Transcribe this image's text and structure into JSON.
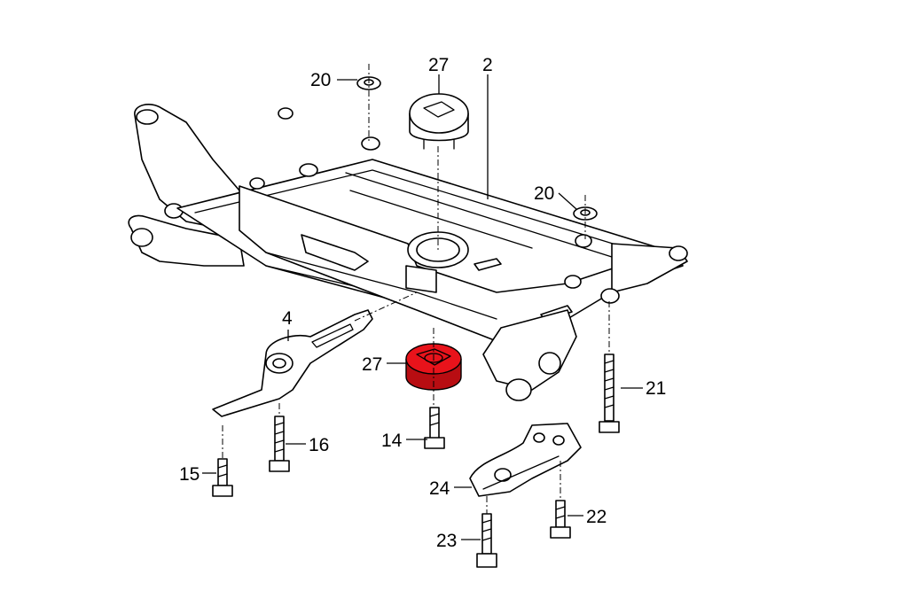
{
  "diagram": {
    "highlight_color": "#e8131b",
    "callouts": {
      "c20a": "20",
      "c27top": "27",
      "c2": "2",
      "c20b": "20",
      "c4": "4",
      "c27red": "27",
      "c21": "21",
      "c16": "16",
      "c14": "14",
      "c15": "15",
      "c24": "24",
      "c22": "22",
      "c23": "23"
    }
  }
}
